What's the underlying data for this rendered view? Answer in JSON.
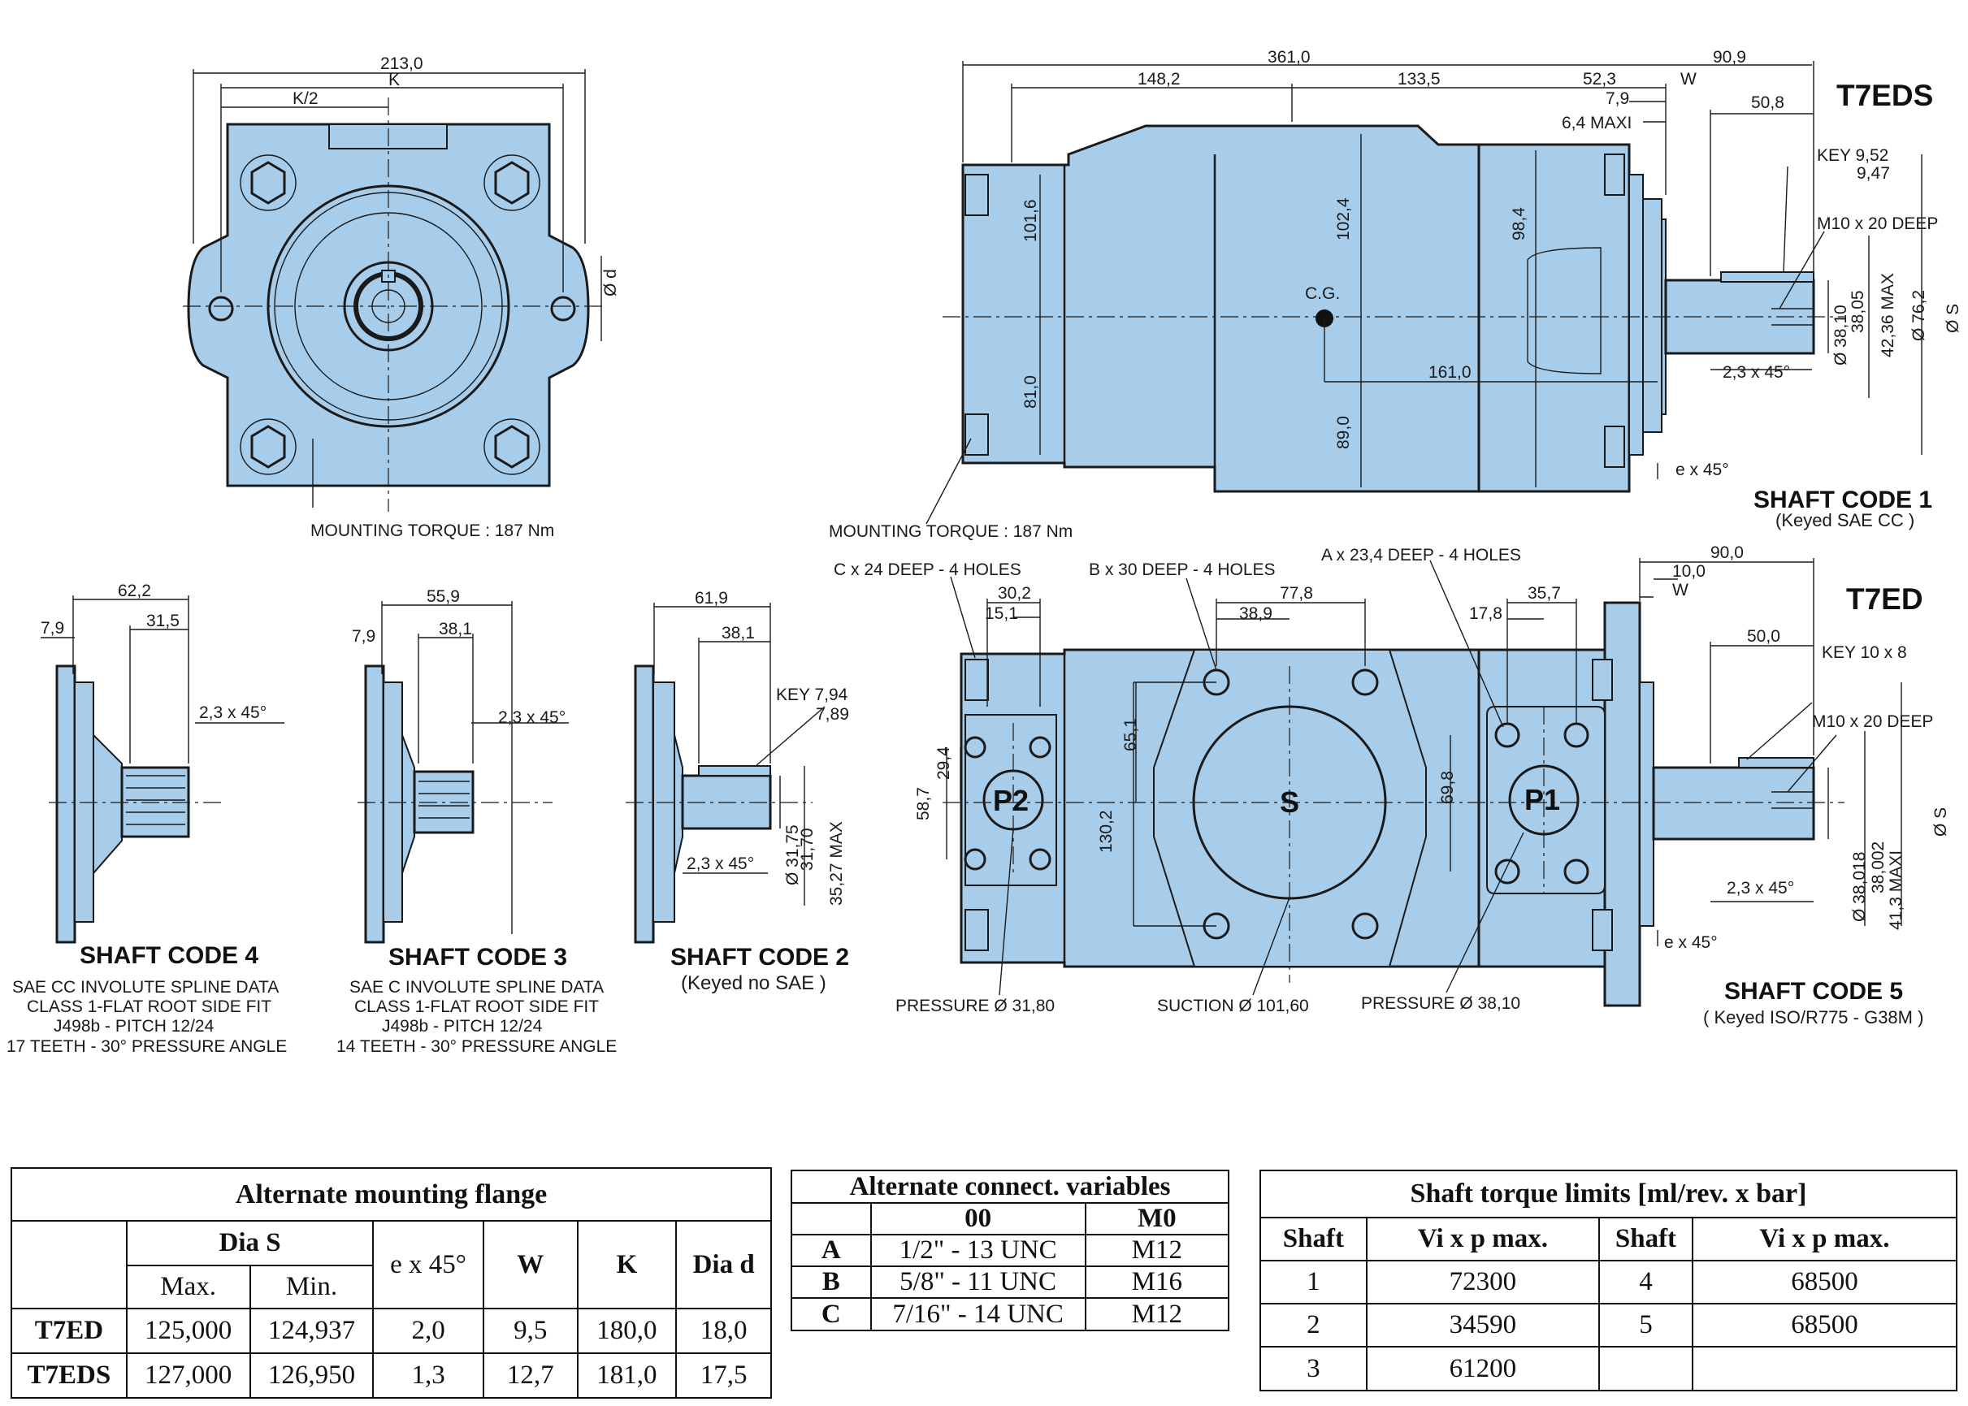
{
  "front_view": {
    "dims": [
      "213,0",
      "K",
      "K/2",
      "Ø d"
    ],
    "mounting_torque": "MOUNTING TORQUE : 187 Nm"
  },
  "t7eds_view": {
    "title": "T7EDS",
    "dims": [
      "361,0",
      "90,9",
      "148,2",
      "133,5",
      "52,3",
      "W",
      "7,9",
      "6,4 MAXI",
      "50,8",
      "101,6",
      "102,4",
      "98,4",
      "81,0",
      "89,0",
      "161,0",
      "2,3 x 45°",
      "e x 45°"
    ],
    "cg": "C.G.",
    "key_a": "KEY 9,52",
    "key_b": "9,47",
    "m10": "M10 x 20 DEEP",
    "shaft_dims": [
      "Ø 38,10",
      "38,05",
      "42,36 MAX",
      "Ø 76,2",
      "Ø S"
    ],
    "mounting_torque": "MOUNTING TORQUE : 187 Nm",
    "shaft_code": "SHAFT CODE 1",
    "shaft_desc": "(Keyed SAE CC )"
  },
  "t7ed_view": {
    "title": "T7ED",
    "hole_c": "C x 24 DEEP - 4 HOLES",
    "hole_b": "B x 30 DEEP - 4 HOLES",
    "hole_a": "A x 23,4 DEEP - 4 HOLES",
    "dims": [
      "30,2",
      "15,1",
      "77,8",
      "38,9",
      "35,7",
      "17,8",
      "90,0",
      "10,0",
      "W",
      "50,0",
      "58,7",
      "29,4",
      "65,1",
      "130,2",
      "69,8",
      "2,3 x 45°",
      "e x 45°"
    ],
    "key": "KEY 10 x 8",
    "m10": "M10 x 20 DEEP",
    "shaft_dims": [
      "Ø 38,018",
      "38,002",
      "41,3 MAXI",
      "Ø S"
    ],
    "ports": [
      "P2",
      "S",
      "P1"
    ],
    "pressure_p2": "PRESSURE Ø 31,80",
    "suction": "SUCTION Ø 101,60",
    "pressure_p1": "PRESSURE Ø 38,10",
    "shaft_code": "SHAFT CODE 5",
    "shaft_desc": "( Keyed ISO/R775 - G38M )"
  },
  "shafts": [
    {
      "code": "SHAFT CODE 4",
      "dims": [
        "62,2",
        "31,5",
        "7,9",
        "2,3 x 45°"
      ],
      "desc": [
        "SAE CC INVOLUTE SPLINE DATA",
        "CLASS 1-FLAT ROOT SIDE FIT",
        "J498b - PITCH 12/24",
        "17 TEETH - 30° PRESSURE ANGLE"
      ]
    },
    {
      "code": "SHAFT CODE 3",
      "dims": [
        "55,9",
        "38,1",
        "7,9",
        "2,3 x 45°"
      ],
      "desc": [
        "SAE C INVOLUTE SPLINE DATA",
        "CLASS 1-FLAT ROOT SIDE FIT",
        "J498b - PITCH 12/24",
        "14 TEETH - 30° PRESSURE ANGLE"
      ]
    },
    {
      "code": "SHAFT CODE 2",
      "dims": [
        "61,9",
        "38,1",
        "2,3 x 45°",
        "Ø 31,75",
        "31,70",
        "35,27 MAX"
      ],
      "key_a": "KEY 7,94",
      "key_b": "7,89",
      "desc": [
        "(Keyed no SAE )"
      ]
    }
  ],
  "table_flange": {
    "title": "Alternate mounting flange",
    "dia_s": "Dia S",
    "max": "Max.",
    "min": "Min.",
    "e45": "e x 45°",
    "w": "W",
    "k": "K",
    "dia_d": "Dia d",
    "rows": [
      [
        "T7ED",
        "125,000",
        "124,937",
        "2,0",
        "9,5",
        "180,0",
        "18,0"
      ],
      [
        "T7EDS",
        "127,000",
        "126,950",
        "1,3",
        "12,7",
        "181,0",
        "17,5"
      ]
    ]
  },
  "table_connect": {
    "title": "Alternate connect. variables",
    "cols": [
      "00",
      "M0"
    ],
    "rows": [
      [
        "A",
        "1/2\" - 13 UNC",
        "M12"
      ],
      [
        "B",
        "5/8\" - 11 UNC",
        "M16"
      ],
      [
        "C",
        "7/16\" - 14 UNC",
        "M12"
      ]
    ]
  },
  "table_torque": {
    "title": "Shaft torque limits [ml/rev. x bar]",
    "cols": [
      "Shaft",
      "Vi x p max.",
      "Shaft",
      "Vi x p max."
    ],
    "rows": [
      [
        "1",
        "72300",
        "4",
        "68500"
      ],
      [
        "2",
        "34590",
        "5",
        "68500"
      ],
      [
        "3",
        "61200",
        "",
        ""
      ]
    ]
  }
}
